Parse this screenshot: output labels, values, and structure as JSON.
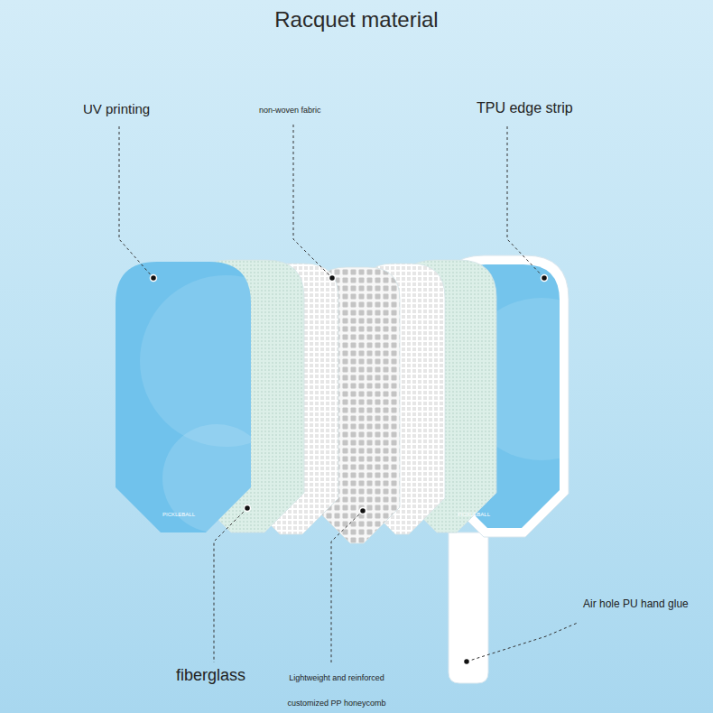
{
  "diagram": {
    "title": "Racquet material",
    "labels": [
      "UV printing",
      "non-woven fabric",
      "TPU edge strip",
      "PICKLEBALL",
      "PICKLEBALL",
      "fiberglass",
      "Lightweight and reinforced customized PP honeycomb",
      "Air hole PU hand glue"
    ]
  }
}
